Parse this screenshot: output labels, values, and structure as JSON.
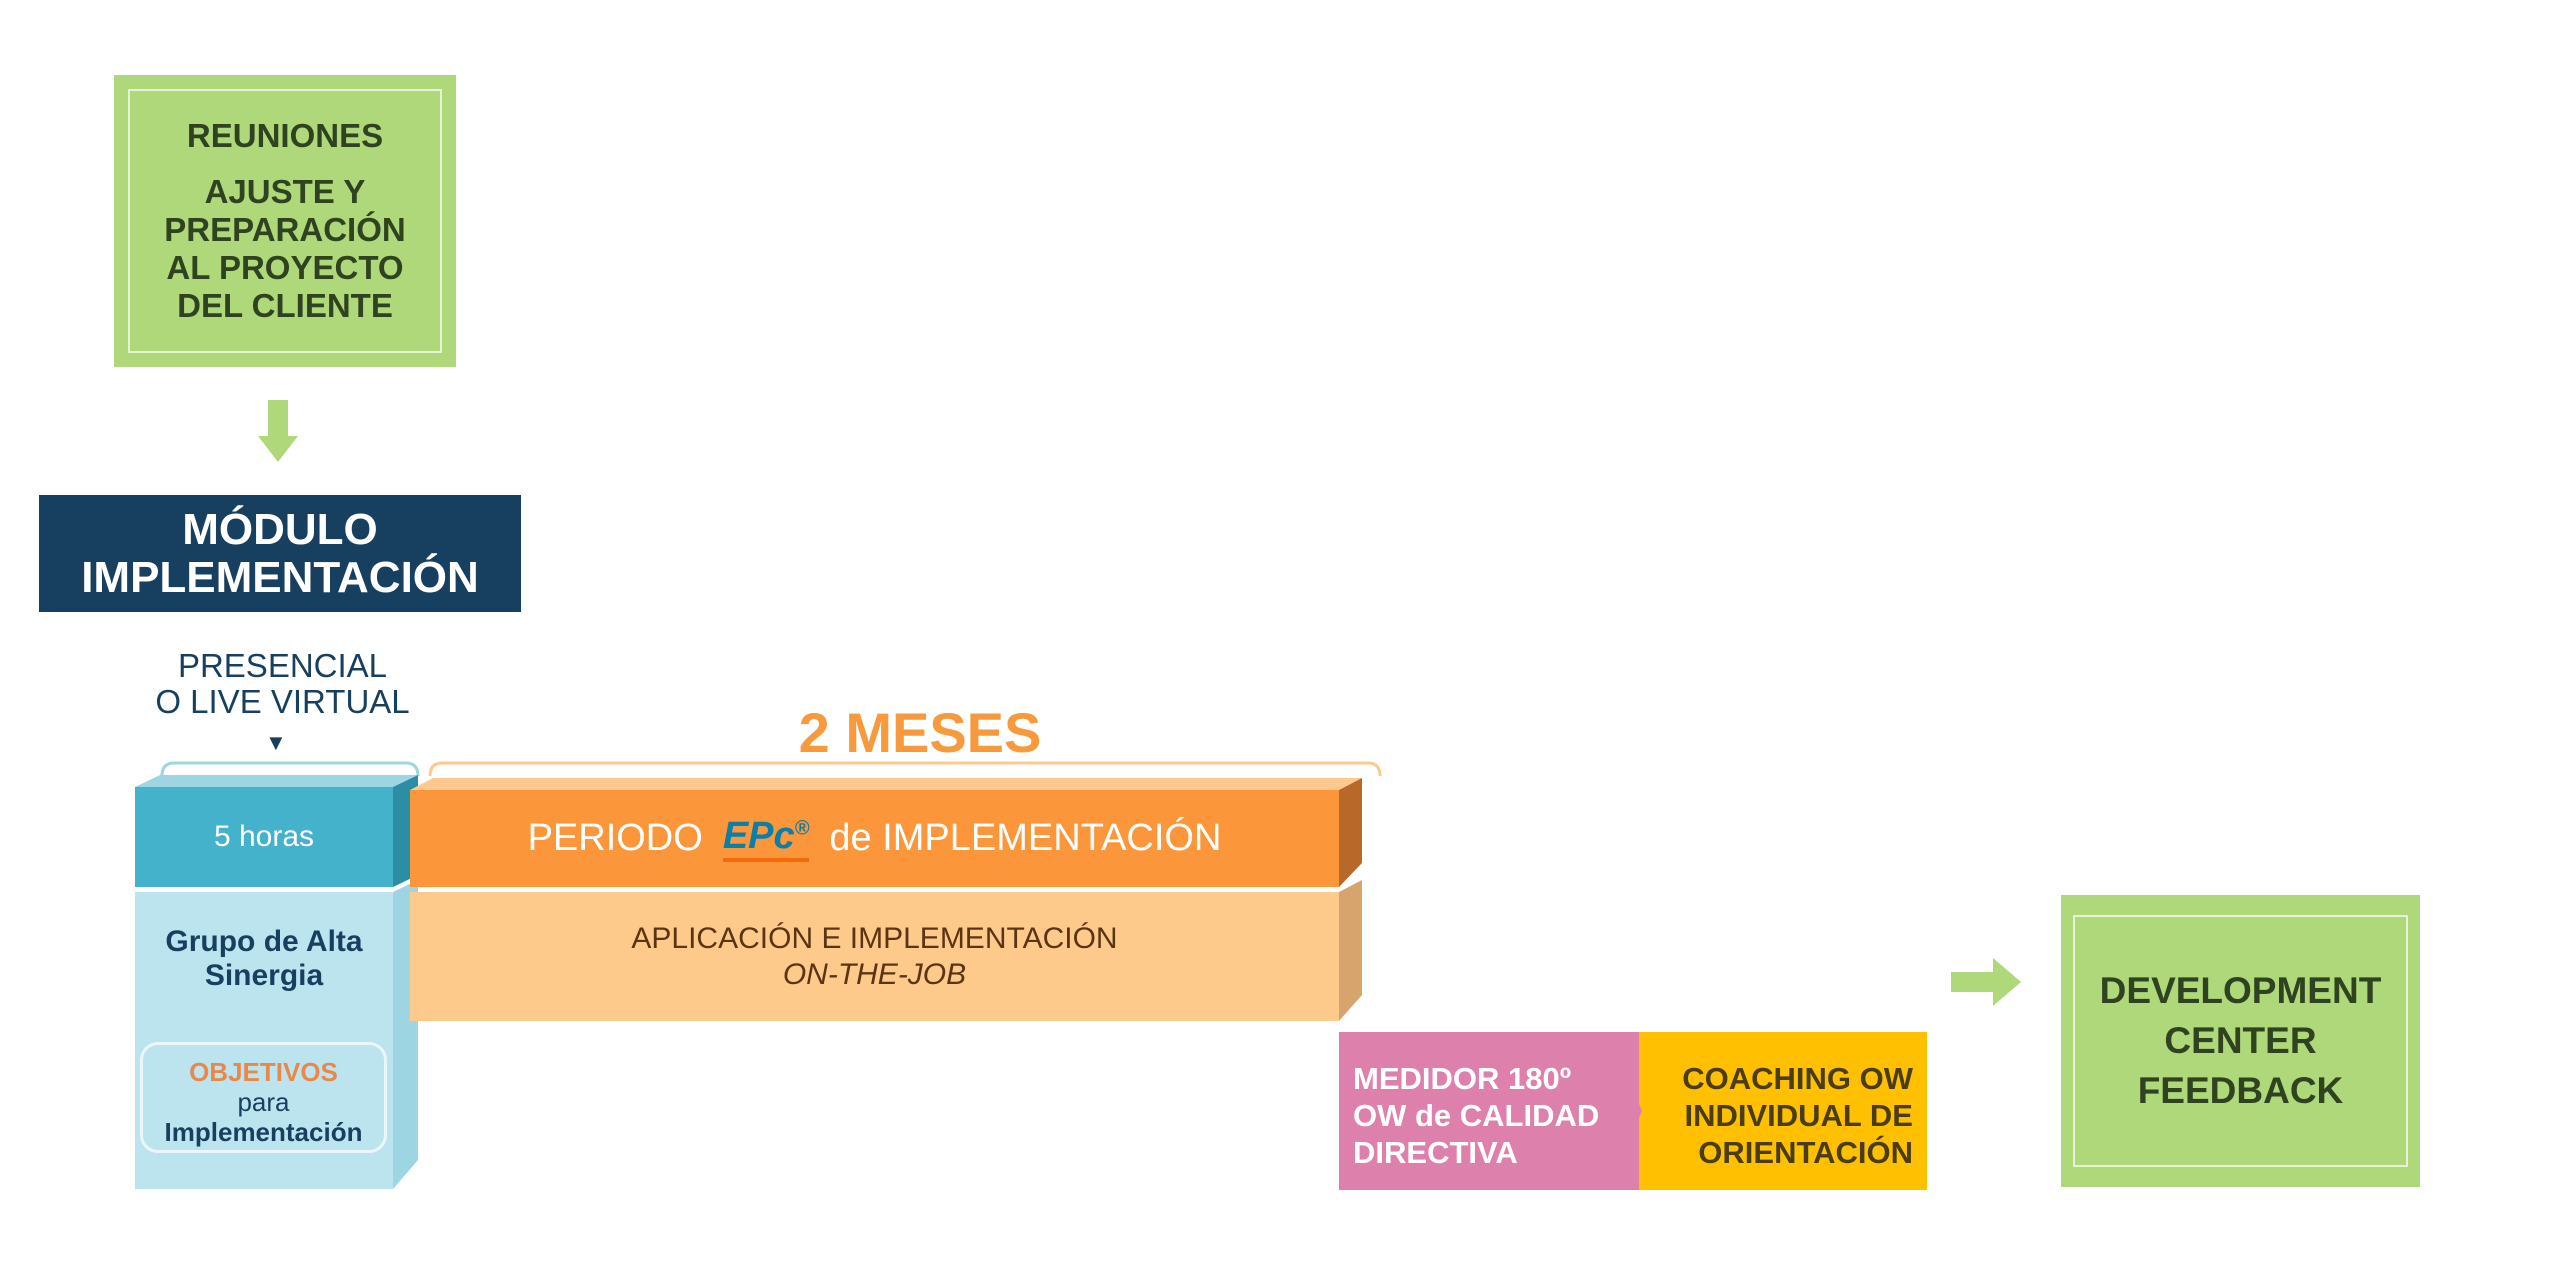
{
  "prep": {
    "title": "REUNIONES",
    "body": [
      "AJUSTE Y",
      "PREPARACIÓN",
      "AL PROYECTO",
      "DEL CLIENTE"
    ]
  },
  "module": {
    "line1": "MÓDULO",
    "line2": "IMPLEMENTACIÓN"
  },
  "mode": {
    "line1": "PRESENCIAL",
    "line2": "O LIVE VIRTUAL",
    "marker": "▼"
  },
  "duration_label": "2 MESES",
  "session": {
    "hours": "5 horas",
    "group_line1": "Grupo de Alta",
    "group_line2": "Sinergia",
    "obj_title": "OBJETIVOS",
    "obj_mid": "para",
    "obj_bottom": "Implementación"
  },
  "period": {
    "prefix": "PERIODO",
    "brand": "EPc",
    "reg": "®",
    "suffix": "de IMPLEMENTACIÓN"
  },
  "application": {
    "line1": "APLICACIÓN E IMPLEMENTACIÓN",
    "line2": "ON-THE-JOB"
  },
  "medidor": [
    "MEDIDOR 180º",
    "OW de CALIDAD",
    "DIRECTIVA"
  ],
  "coaching": [
    "COACHING OW",
    "INDIVIDUAL DE",
    "ORIENTACIÓN"
  ],
  "final": [
    "DEVELOPMENT",
    "CENTER",
    "FEEDBACK"
  ],
  "colors": {
    "green": "#afd87a",
    "navy": "#173f5f",
    "orange": "#fb963b",
    "peach": "#fdca8c",
    "teal": "#45b2cb",
    "pink": "#de80ac",
    "yellow": "#fec000"
  }
}
